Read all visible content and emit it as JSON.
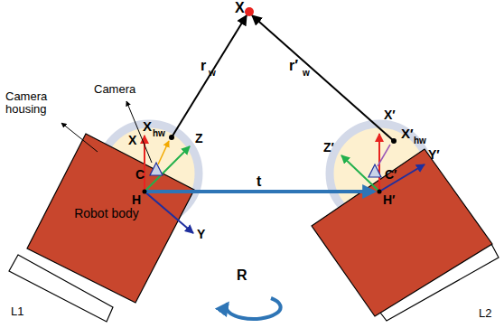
{
  "diagram": {
    "nodes": [
      {
        "text": [
          "Robot body"
        ]
      }
    ],
    "labels": [
      "X",
      "r",
      "w",
      "r′",
      "w",
      "Camera",
      "Camera housing",
      "X",
      "hw",
      "X",
      "Z",
      "C",
      "H",
      "Y",
      "t",
      "X′",
      "hw",
      "X′",
      "Z′",
      "Y′",
      "C′",
      "H′",
      "R",
      "L1",
      "L2"
    ]
  }
}
